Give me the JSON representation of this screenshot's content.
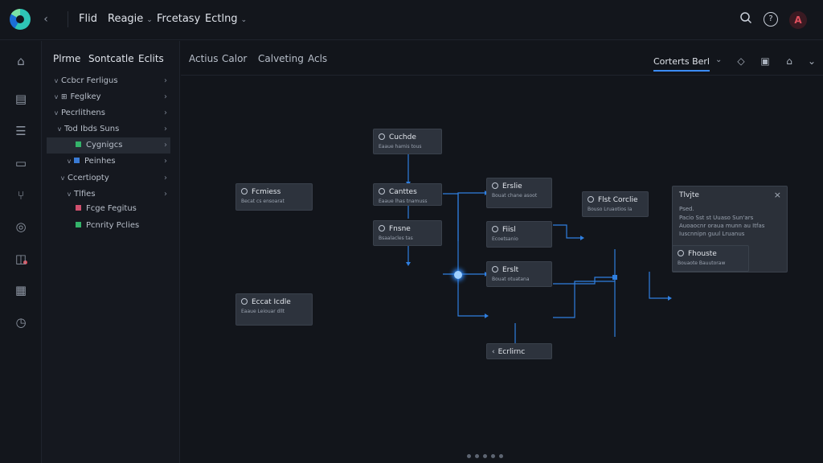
{
  "header": {
    "menu": [
      {
        "label": "Flid"
      },
      {
        "label": "Reagie"
      },
      {
        "label": "Frcetasy"
      },
      {
        "label": "Ectlng"
      }
    ],
    "help_glyph": "?",
    "avatar_letter": "A"
  },
  "sidebar": {
    "tabs": [
      "Plrme",
      "Sontcatle",
      "Eclits"
    ],
    "tree": [
      {
        "label": "Ccbcr Ferligus",
        "toggle": "v"
      },
      {
        "label": "Feglkey",
        "toggle": "v",
        "marker": "grid"
      },
      {
        "label": "Pecrlithens",
        "toggle": "v"
      },
      {
        "label": "Tod Ibds Suns",
        "toggle": "v"
      },
      {
        "label": "Cygnigcs",
        "marker": "green",
        "selected": true
      },
      {
        "label": "Peinhes",
        "toggle": "v",
        "marker": "blue"
      },
      {
        "label": "Ccertiopty",
        "toggle": "v"
      },
      {
        "label": "Tlfies",
        "toggle": "v"
      },
      {
        "label": "Fcge Fegitus",
        "marker": "red"
      },
      {
        "label": "Pcnrity Pclies",
        "marker": "green"
      }
    ]
  },
  "toolbar": {
    "tabs": [
      "Actius",
      "Calor",
      "Calveting",
      "Acls"
    ],
    "selector": "Corterts Berl"
  },
  "nodes": [
    {
      "title": "Cuchde",
      "sub": "Eaaue hamis tous"
    },
    {
      "title": "Fcmiess",
      "sub": "Becat cs ensoarat"
    },
    {
      "title": "Canttes",
      "sub": "Eaaue lhas tnamuss"
    },
    {
      "title": "Fnsne",
      "sub": "Bsaalacles tas"
    },
    {
      "title": "Erslie",
      "sub": "Bouat chane asoot"
    },
    {
      "title": "Fiisl",
      "sub": "Ecoetsanio"
    },
    {
      "title": "Erslt",
      "sub": "Bouat otuatana"
    },
    {
      "title": "Flst Corclie",
      "sub": "Bouso Lruaotios Ia"
    },
    {
      "title": "Eccat Icdle",
      "sub": "Eaaue Leiouar dllt"
    },
    {
      "title": "Ecrlirnc",
      "sub": ""
    },
    {
      "title": "Fhouste",
      "sub": "Bouaote Bauutoraw"
    }
  ],
  "panel": {
    "title": "Tlvjte",
    "lines": [
      "Psed.",
      "Pacio Sst st Uuaso Sun'ars",
      "Auoaocnr oraua munn au Itfas",
      "Iuscnnipn guul Lruanus"
    ]
  },
  "colors": {
    "accent": "#3c8cff",
    "edge": "#2f7fe0",
    "node_bg": "#2d333d",
    "avatar": "#e0505e"
  }
}
